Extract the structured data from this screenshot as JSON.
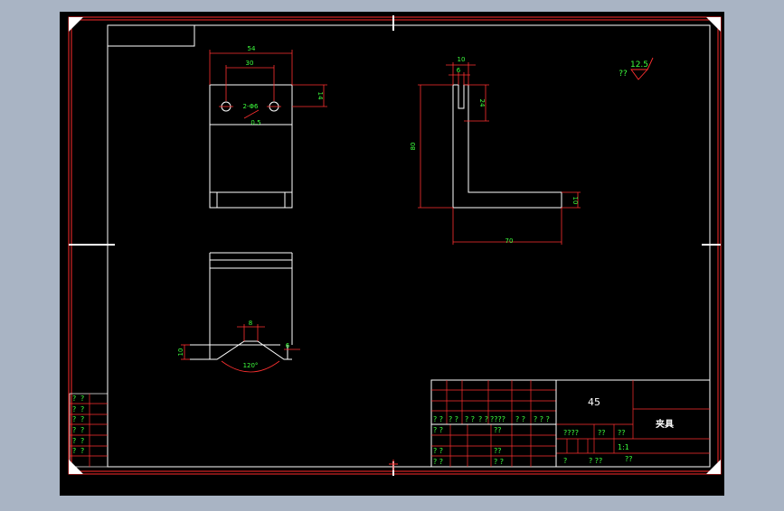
{
  "colors": {
    "background": "#a9b4c4",
    "canvas": "#000000",
    "geometry": "#ffffff",
    "frame": "#ff2b2b",
    "dimension": "#ff3030",
    "dimension_text": "#3dff3d",
    "table_text": "#3dff3d"
  },
  "front_view": {
    "width_dim": "54",
    "hole_spacing_dim": "30",
    "height_dim": "14",
    "hole_dim": "2-Φ6",
    "chamfer_dim": "0.5"
  },
  "side_view": {
    "top_width_dim": "10",
    "slot_dim": "6",
    "slot_depth_dim": "24",
    "height_dim": "80",
    "base_length_dim": "70",
    "base_thickness_dim": "10"
  },
  "bottom_view": {
    "groove_width_dim": "8",
    "right_dim": "6",
    "left_dim": "10",
    "angle_dim": "120°"
  },
  "roughness": {
    "value": "12.5",
    "label": "??"
  },
  "revision_table": {
    "rows": [
      [
        "?",
        "?"
      ],
      [
        "?",
        "?"
      ],
      [
        "?",
        "?"
      ],
      [
        "?",
        "?"
      ],
      [
        "?",
        "?"
      ],
      [
        "?",
        "?"
      ]
    ]
  },
  "title_block": {
    "material": "45",
    "part_name": "夹具",
    "header_labels": [
      "? ?",
      "? ?",
      "? ?",
      "? ?",
      "????",
      "? ?",
      "? ? ?"
    ],
    "row_labels": [
      "? ?",
      "? ?",
      "? ?"
    ],
    "mid_label": "??",
    "mid_row_labels": [
      "??",
      "? ?"
    ],
    "stage_label": "????",
    "weight_label": "??",
    "scale_label": "??",
    "scale_value": "1:1",
    "sheet_label": "?",
    "sheet_count_label": "? ??",
    "bottom_right_label": "??"
  }
}
